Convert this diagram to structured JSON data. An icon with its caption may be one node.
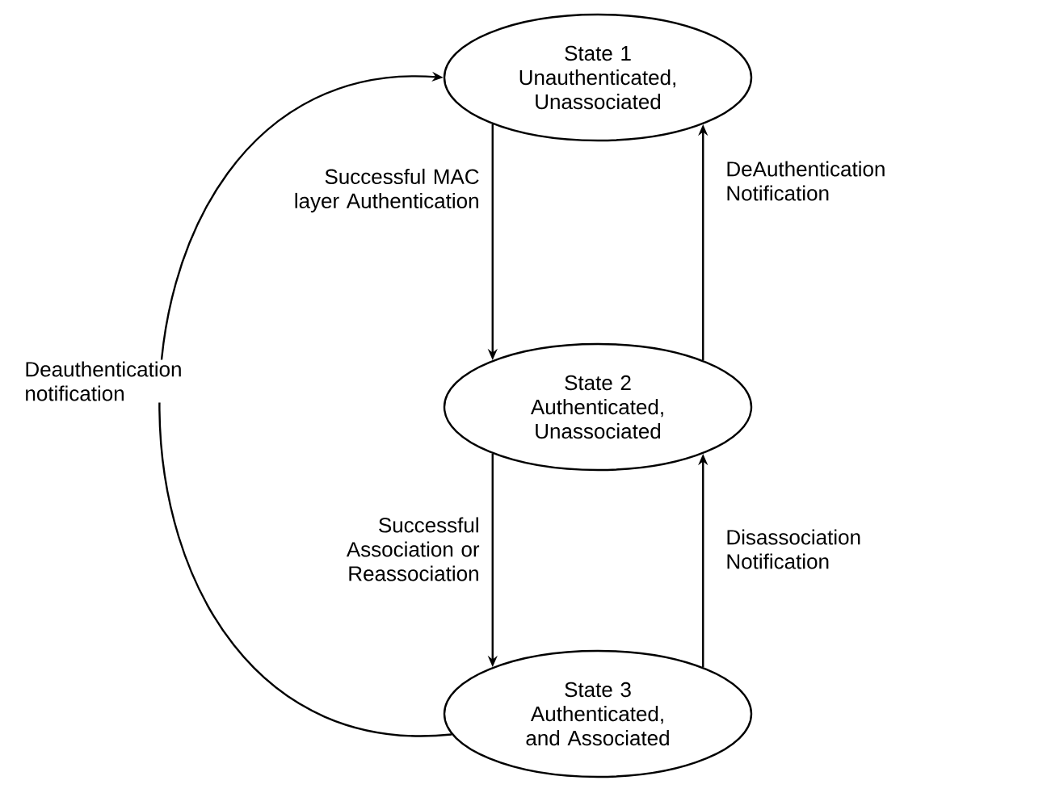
{
  "diagram": {
    "nodes": [
      {
        "text": [
          "State 1",
          "Unauthenticated, Unassociated"
        ]
      },
      {
        "text": [
          "State 2",
          "Authenticated, Unassociated"
        ]
      },
      {
        "text": [
          "State 3",
          "Authenticated, and Associated"
        ]
      }
    ],
    "edges": [
      {
        "from": 0,
        "to": 1,
        "arrow": "to",
        "label": "Successful MAC layer Authentication"
      },
      {
        "from": 1,
        "to": 0,
        "arrow": "to",
        "label": "DeAuthentication Notification"
      },
      {
        "from": 1,
        "to": 2,
        "arrow": "to",
        "label": "Successful Association or Reassociation"
      },
      {
        "from": 2,
        "to": 1,
        "arrow": "to",
        "label": "Disassociation Notification"
      },
      {
        "from": 2,
        "to": 0,
        "arrow": "to",
        "label": "Deauthentication notification"
      }
    ]
  }
}
